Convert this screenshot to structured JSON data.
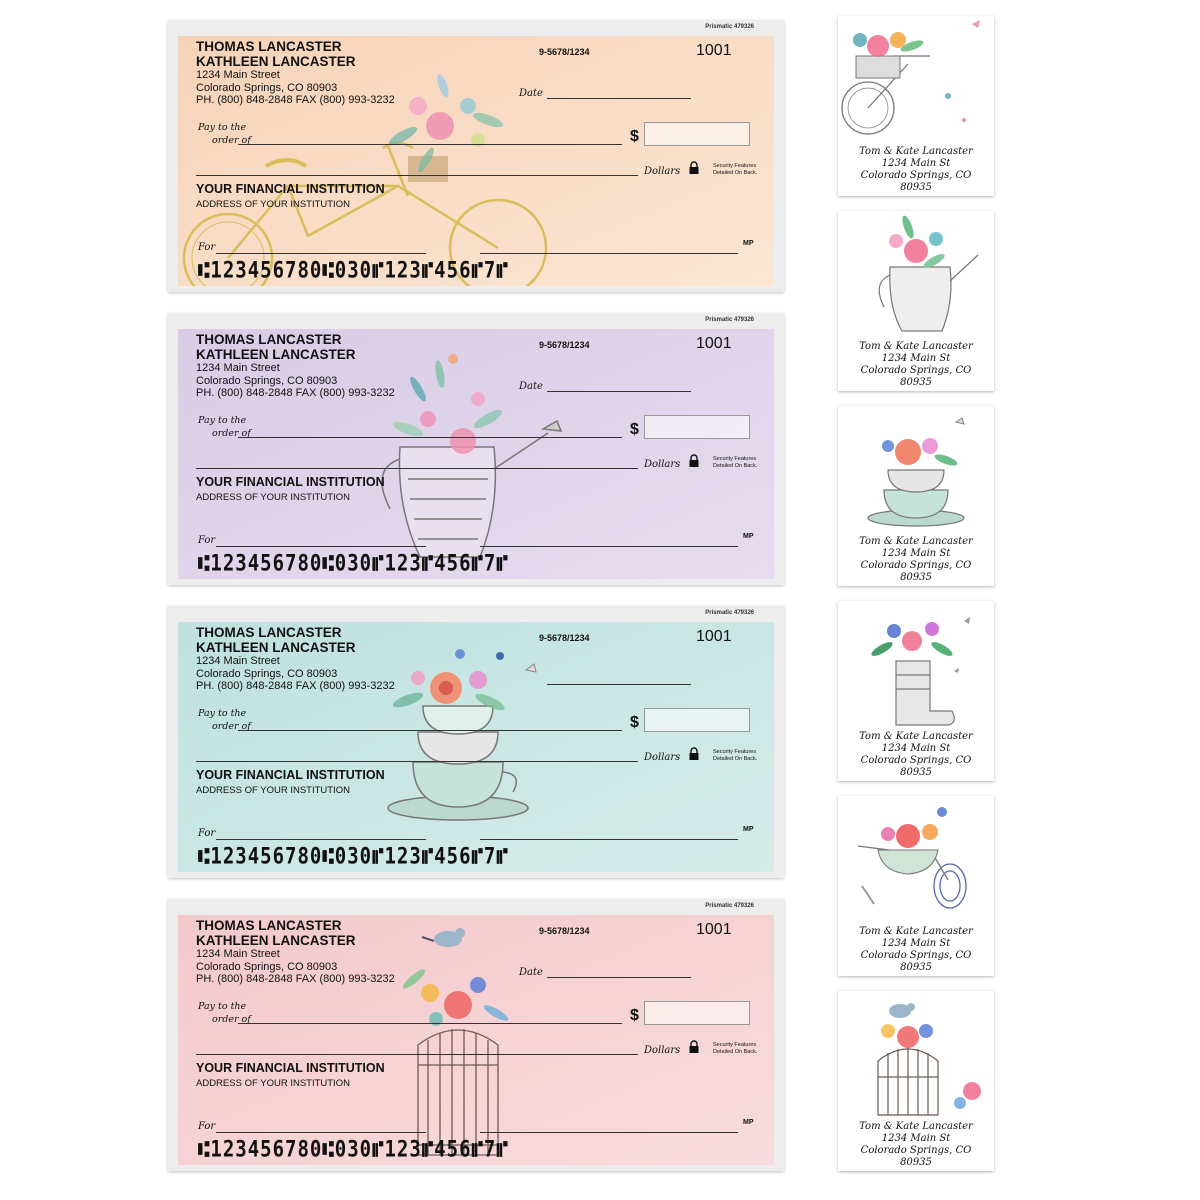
{
  "check": {
    "owner_name_1": "THOMAS LANCASTER",
    "owner_name_2": "KATHLEEN LANCASTER",
    "street": "1234 Main Street",
    "city": "Colorado Springs, CO 80903",
    "phone_fax": "PH. (800) 848-2848  FAX (800) 993-3232",
    "routing_fraction": "9-5678/1234",
    "check_number": "1001",
    "date_label": "Date",
    "pay_to_label_1": "Pay to the",
    "pay_to_label_2": "order of",
    "dollar_sign": "$",
    "dollars_label": "Dollars",
    "security_1": "Security Features",
    "security_2": "Detailed On Back.",
    "bank_name": "YOUR FINANCIAL INSTITUTION",
    "bank_address": "ADDRESS OF YOUR INSTITUTION",
    "for_label": "For",
    "mp_mark": "MP",
    "micr_line": "⑆123456780⑆030⑈123⑈456⑈7⑈"
  },
  "checks": [
    {
      "prismatic": "Prismatic 479326",
      "design": "bicycle-flower-basket",
      "color": "#f6ddc6"
    },
    {
      "prismatic": "Prismatic 479326",
      "design": "watering-can-flowers",
      "color": "#ddd0e8"
    },
    {
      "prismatic": "Prismatic 479326",
      "design": "teacups-flowers",
      "color": "#c9e6e3"
    },
    {
      "prismatic": "Prismatic 479326",
      "design": "birdcage-flowers",
      "color": "#f6d4d6"
    }
  ],
  "label": {
    "line_1": "Tom & Kate Lancaster",
    "line_2": "1234 Main St",
    "line_3": "Colorado Springs, CO",
    "line_4": "80935"
  },
  "labels": [
    {
      "design": "bicycle-flower-basket"
    },
    {
      "design": "watering-can-flowers"
    },
    {
      "design": "teacups-flowers"
    },
    {
      "design": "boot-flowers"
    },
    {
      "design": "wheelbarrow-flowers"
    },
    {
      "design": "birdcage-flowers"
    }
  ]
}
